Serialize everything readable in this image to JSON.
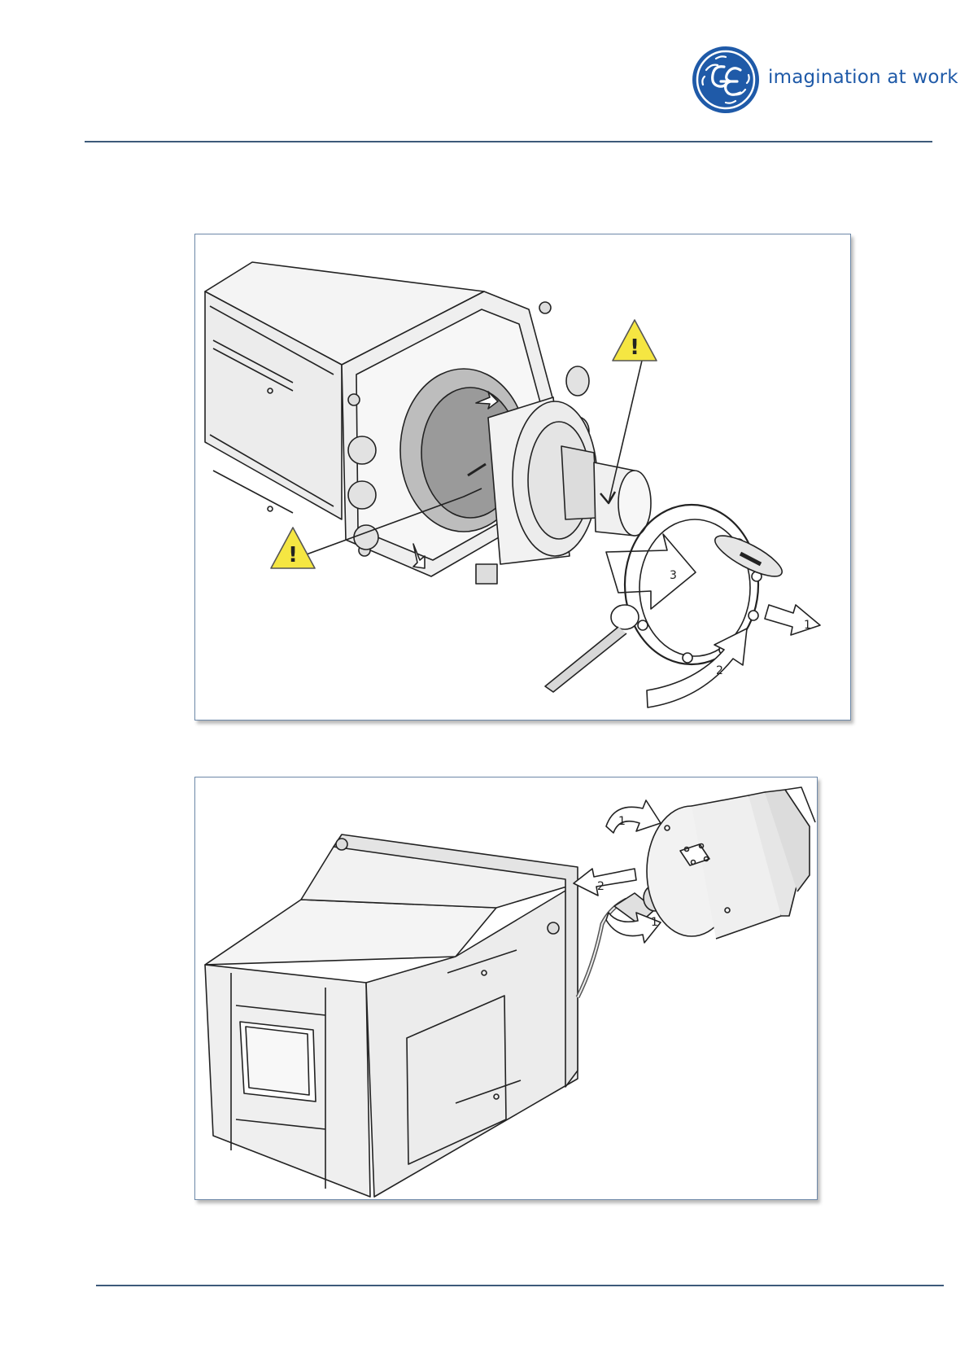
{
  "header": {
    "logo": "ge-monogram-logo",
    "tagline": "imagination at work"
  },
  "figures": [
    {
      "name": "sensor-removal-figure",
      "callouts": [
        "1",
        "2",
        "3"
      ]
    },
    {
      "name": "sensor-cable-disconnect-figure",
      "callouts": [
        "1",
        "2",
        "1"
      ]
    }
  ],
  "colors": {
    "brand_blue": "#1f5aa8",
    "rule": "#3d5a7a",
    "warning_yellow": "#f5e642"
  }
}
